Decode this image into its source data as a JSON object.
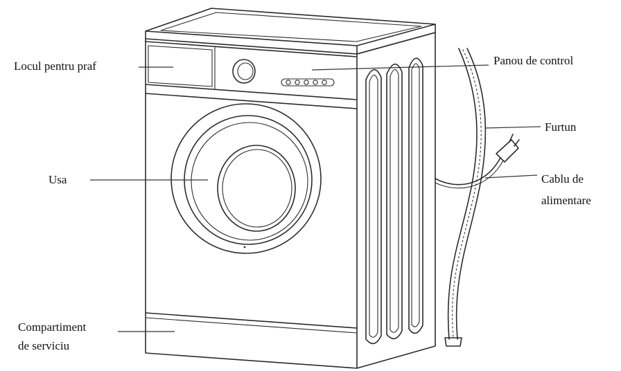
{
  "labels": {
    "dust": "Locul pentru praf",
    "panel": "Panou de control",
    "hose": "Furtun",
    "door": "Usa",
    "cable_line1": "Cablu de",
    "cable_line2": "alimentare",
    "service_line1": "Compartiment",
    "service_line2": "de serviciu"
  }
}
